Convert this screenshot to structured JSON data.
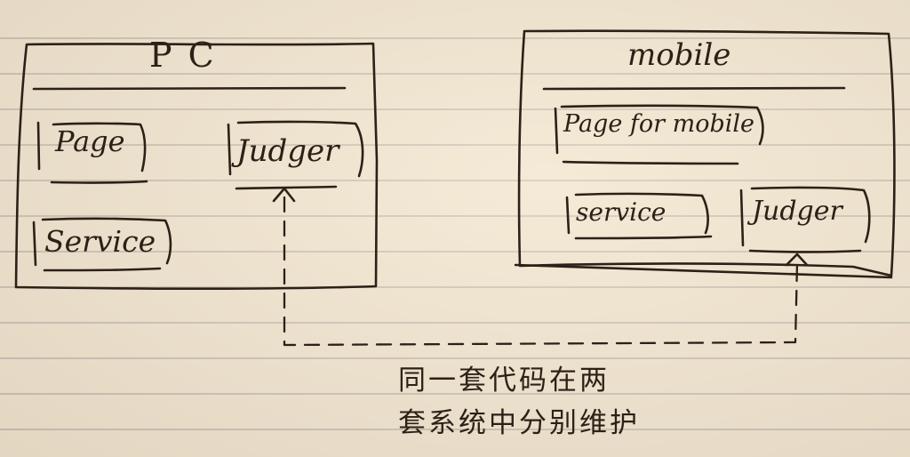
{
  "pc": {
    "title": "PC",
    "modules": {
      "page": "Page",
      "judger": "Judger",
      "service": "Service"
    }
  },
  "mobile": {
    "title": "mobile",
    "modules": {
      "page": "Page for mobile",
      "service": "service",
      "judger": "Judger"
    }
  },
  "note": {
    "line1": "同一套代码在两",
    "line2": "套系统中分别维护"
  },
  "colors": {
    "ink": "#2c2117",
    "paper": "#efe2cc",
    "rule": "#c9bfb1"
  }
}
